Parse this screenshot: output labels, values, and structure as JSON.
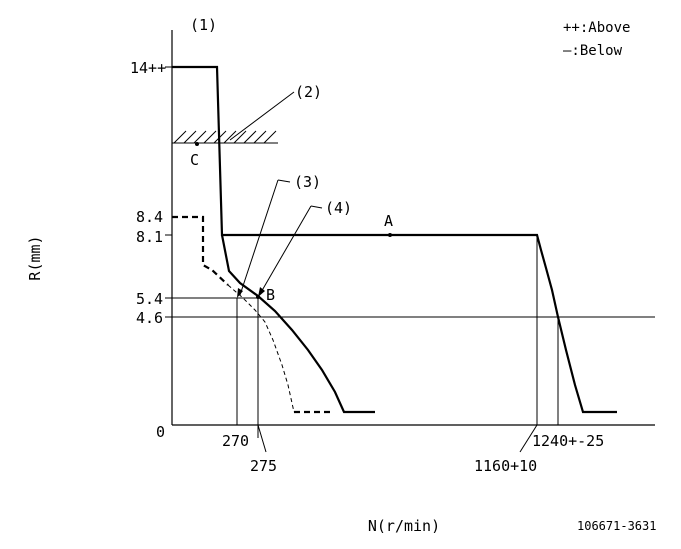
{
  "legend": {
    "above": "++:Above",
    "below": "—:Below"
  },
  "axes": {
    "y_label": "R(mm)",
    "x_label": "N(r/min)",
    "y_ticks": [
      "14++",
      "8.4",
      "8.1",
      "5.4",
      "4.6",
      "0"
    ],
    "x_ticks": [
      "270",
      "275",
      "1240+-25",
      "1160+10"
    ]
  },
  "callouts": {
    "c1": "(1)",
    "c2": "(2)",
    "c3": "(3)",
    "c4": "(4)"
  },
  "points": {
    "a": "A",
    "b": "B",
    "c": "C"
  },
  "footer": {
    "code": "106671-3631"
  }
}
